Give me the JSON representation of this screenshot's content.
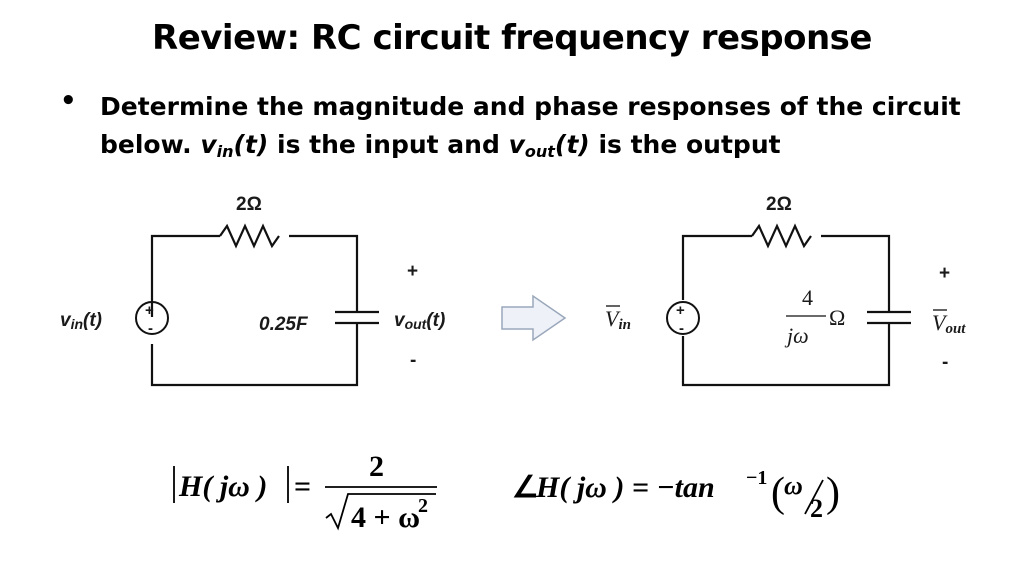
{
  "title": "Review: RC circuit frequency response",
  "bullet": {
    "text_a": "Determine the magnitude and phase responses of the circuit below.",
    "v": "v",
    "in_sub": "in",
    "t": "(t)",
    "text_b": "is the input and",
    "out_sub": "out",
    "text_c": "is the output"
  },
  "left_circuit": {
    "resistor": "2Ω",
    "capacitor": "0.25F",
    "source": "v",
    "source_sub": "in",
    "source_t": "(t)",
    "output": "v",
    "output_sub": "out",
    "output_t": "(t)",
    "plus": "+",
    "minus": "-",
    "src_plus": "+",
    "src_minus": "-"
  },
  "right_circuit": {
    "resistor": "2Ω",
    "impedance_num": "4",
    "impedance_den": "jω",
    "impedance_unit": "Ω",
    "source": "V",
    "source_sub": "in",
    "output": "V",
    "output_sub": "out",
    "plus": "+",
    "minus": "-",
    "src_plus": "+",
    "src_minus": "-"
  },
  "magnitude_eq": {
    "lhs": "H( jω )",
    "equals": "=",
    "numerator": "2",
    "denominator": "4 + ω",
    "exponent": "2"
  },
  "phase_eq": {
    "angle": "∠",
    "lhs": "H( jω ) = −tan",
    "exponent": "−1",
    "open": "(",
    "num": "ω",
    "den": "2",
    "close": ")"
  }
}
